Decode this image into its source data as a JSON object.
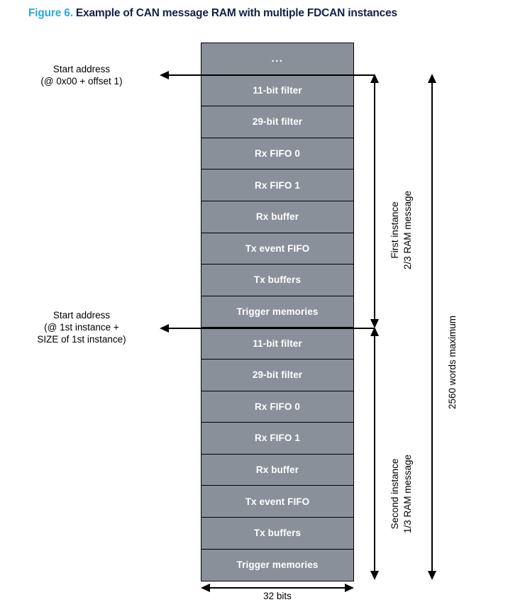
{
  "caption": {
    "figure_number": "Figure 6.",
    "title": "Example of CAN message RAM with multiple FDCAN instances"
  },
  "diagram": {
    "memory_blocks": [
      {
        "label": "...",
        "kind": "ellipsis"
      },
      {
        "label": "11-bit filter",
        "kind": "region"
      },
      {
        "label": "29-bit filter",
        "kind": "region"
      },
      {
        "label": "Rx FIFO 0",
        "kind": "region"
      },
      {
        "label": "Rx FIFO 1",
        "kind": "region"
      },
      {
        "label": "Rx buffer",
        "kind": "region"
      },
      {
        "label": "Tx event FIFO",
        "kind": "region"
      },
      {
        "label": "Tx buffers",
        "kind": "region"
      },
      {
        "label": "Trigger memories",
        "kind": "region"
      },
      {
        "label": "11-bit filter",
        "kind": "region"
      },
      {
        "label": "29-bit filter",
        "kind": "region"
      },
      {
        "label": "Rx FIFO 0",
        "kind": "region"
      },
      {
        "label": "Rx FIFO 1",
        "kind": "region"
      },
      {
        "label": "Rx buffer",
        "kind": "region"
      },
      {
        "label": "Tx event FIFO",
        "kind": "region"
      },
      {
        "label": "Tx buffers",
        "kind": "region"
      },
      {
        "label": "Trigger memories",
        "kind": "region"
      }
    ],
    "address_markers": [
      {
        "name": "first-instance-start",
        "line_1": "Start address",
        "line_2": "(@ 0x00 + offset 1)",
        "line_3": ""
      },
      {
        "name": "second-instance-start",
        "line_1": "Start address",
        "line_2": "(@ 1st instance +",
        "line_3": "SIZE of 1st instance)"
      }
    ],
    "span_labels": [
      {
        "name": "first-instance-span",
        "line_1": "First instance",
        "line_2": "2/3 RAM message"
      },
      {
        "name": "second-instance-span",
        "line_1": "Second instance",
        "line_2": "1/3 RAM message"
      }
    ],
    "total_span_label": "2560 words maximum",
    "width_label": "32 bits"
  },
  "colors": {
    "figure_number": "#29a9e0",
    "figure_title": "#13204a",
    "block_fill": "#8a9099",
    "block_text": "#ffffff",
    "line": "#000000"
  }
}
